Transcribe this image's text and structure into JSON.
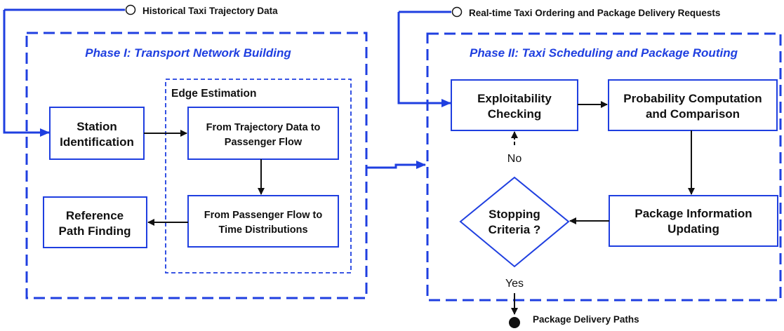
{
  "inputs": {
    "historical": "Historical Taxi Trajectory Data",
    "realtime": "Real-time Taxi Ordering and Package Delivery Requests"
  },
  "output": "Package Delivery Paths",
  "phase1": {
    "title": "Phase I: Transport Network Building",
    "edge_estimation": "Edge Estimation",
    "station_identification": [
      "Station",
      "Identification"
    ],
    "trajectory_to_flow": [
      "From Trajectory Data to",
      "Passenger Flow"
    ],
    "flow_to_time": [
      "From Passenger Flow to",
      "Time Distributions"
    ],
    "reference_path": [
      "Reference",
      "Path Finding"
    ]
  },
  "phase2": {
    "title": "Phase II: Taxi Scheduling and Package Routing",
    "exploitability": [
      "Exploitability",
      "Checking"
    ],
    "probability": [
      "Probability Computation",
      "and Comparison"
    ],
    "package_info": [
      "Package Information",
      "Updating"
    ],
    "stopping": [
      "Stopping",
      "Criteria ?"
    ],
    "no_label": "No",
    "yes_label": "Yes"
  },
  "colors": {
    "accent": "#1f3fe0",
    "text": "#111111",
    "connector": "#111111"
  }
}
